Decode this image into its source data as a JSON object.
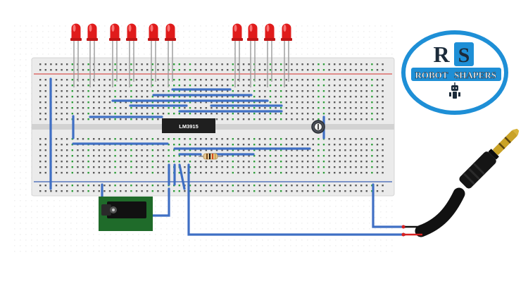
{
  "ic": {
    "label": "LM3915"
  },
  "logo": {
    "letter_1": "R",
    "letter_2": "S",
    "word_1": "ROBOT",
    "word_2": "SHAPERS"
  },
  "colors": {
    "breadboard": "#ebebeb",
    "rail_red": "#d9534f",
    "rail_blue": "#3a5fb5",
    "hole": "#5a5a5a",
    "hole_active": "#2e9e3a",
    "wire": "#3f6fc4",
    "led": "#e01b1b",
    "led_lead": "#9a9a9a",
    "ic_body": "#1f1f1f",
    "dc_jack_board": "#1f6b2a",
    "logo_blue": "#1e8fd6",
    "logo_dark": "#1c2b3a",
    "audio_jack_gold": "#c9a227",
    "audio_cable": "#111111"
  },
  "components": {
    "led_count": 10,
    "potentiometer": "potentiometer-icon",
    "resistor": "resistor-icon",
    "dc_jack": "dc-power-jack-icon",
    "audio_jack": "audio-jack-icon",
    "robot": "robot-icon"
  }
}
